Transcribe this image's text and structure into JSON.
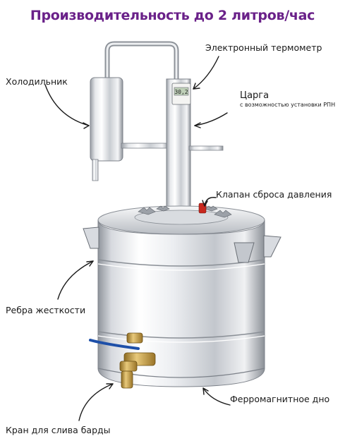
{
  "title": "Производительность до 2 литров/час",
  "colors": {
    "title": "#6a2189",
    "steel_light": "#f2f3f5",
    "steel_dark": "#8a8f96",
    "arrow": "#1a1a1a",
    "valve_red": "#c8281e",
    "tap_brass": "#c9a24a",
    "handle_blue": "#1d4fa8"
  },
  "labels": {
    "thermometer": "Электронный термометр",
    "cooler": "Холодильник",
    "column": "Царга",
    "column_sub": "с возможностью установки РПН",
    "valve": "Клапан сброса давления",
    "ribs": "Ребра жесткости",
    "bottom": "Ферромагнитное дно",
    "tap": "Кран для слива барды"
  },
  "thermometer_display": "30,2"
}
